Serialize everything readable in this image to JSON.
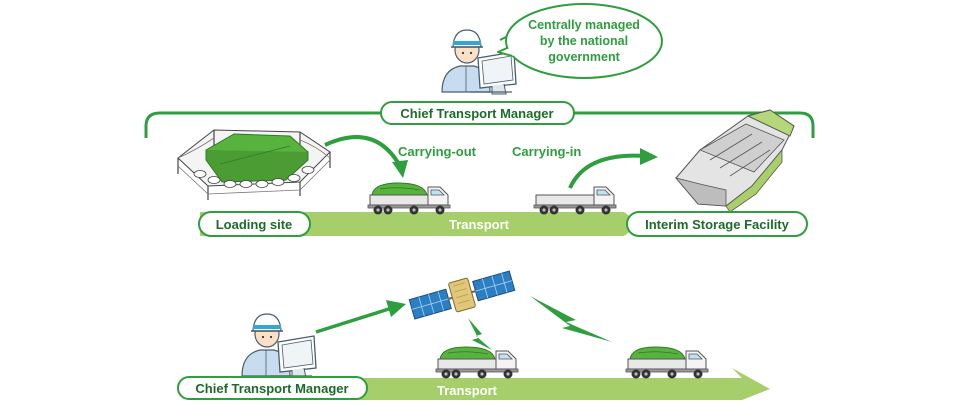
{
  "speech_bubble": {
    "line1": "Centrally managed",
    "line2": "by the national",
    "line3": "government"
  },
  "top_section": {
    "manager_label": "Chief Transport Manager",
    "carrying_out": "Carrying-out",
    "carrying_in": "Carrying-in",
    "loading_site": "Loading site",
    "transport": "Transport",
    "interim_facility": "Interim Storage Facility"
  },
  "bottom_section": {
    "manager_label": "Chief Transport Manager",
    "transport": "Transport"
  },
  "colors": {
    "green": "#2e9e3e",
    "light_green": "#a6cf6b",
    "dark_green": "#1d6b2a",
    "cargo_green": "#58b23e",
    "truck_white": "#f2f2f2",
    "worker_blue": "#c7dcef"
  }
}
